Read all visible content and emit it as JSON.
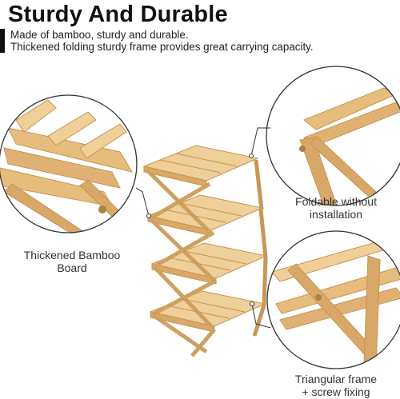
{
  "header": {
    "title": "Sturdy And Durable",
    "lines": [
      "Made of bamboo, sturdy and durable.",
      "Thickened folding sturdy frame provides great carrying capacity."
    ]
  },
  "callouts": {
    "left": [
      "Thickened Bamboo",
      "Board"
    ],
    "top_right": [
      "Foldable without",
      "installation"
    ],
    "bottom_right": [
      "Triangular frame",
      "+ screw fixing"
    ]
  },
  "colors": {
    "bamboo": "#e2b979",
    "bamboo_dark": "#c8944f",
    "bamboo_light": "#f1d3a0",
    "outline": "#333333"
  }
}
